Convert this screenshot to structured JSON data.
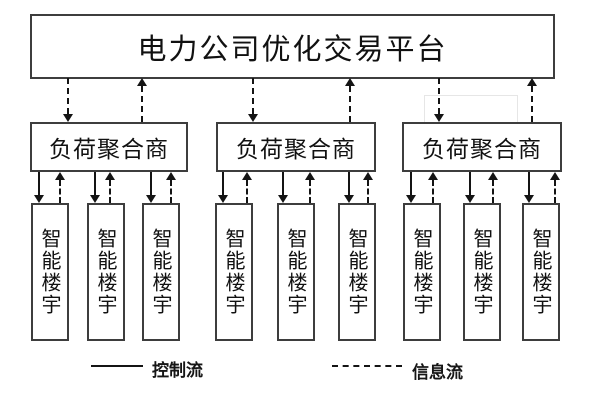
{
  "platform": {
    "label": "电力公司优化交易平台"
  },
  "aggregators": [
    {
      "label": "负荷聚合商"
    },
    {
      "label": "负荷聚合商"
    },
    {
      "label": "负荷聚合商"
    }
  ],
  "buildings": [
    {
      "label": "智能楼宇"
    },
    {
      "label": "智能楼宇"
    },
    {
      "label": "智能楼宇"
    },
    {
      "label": "智能楼宇"
    },
    {
      "label": "智能楼宇"
    },
    {
      "label": "智能楼宇"
    },
    {
      "label": "智能楼宇"
    },
    {
      "label": "智能楼宇"
    },
    {
      "label": "智能楼宇"
    }
  ],
  "legend": {
    "control_label": "控制流",
    "control_style": "solid",
    "info_label": "信息流",
    "info_style": "dashed"
  },
  "colors": {
    "line": "#141414",
    "box_border": "#3d3d3d",
    "background": "#ffffff",
    "faint_line": "#e6e6e6"
  }
}
